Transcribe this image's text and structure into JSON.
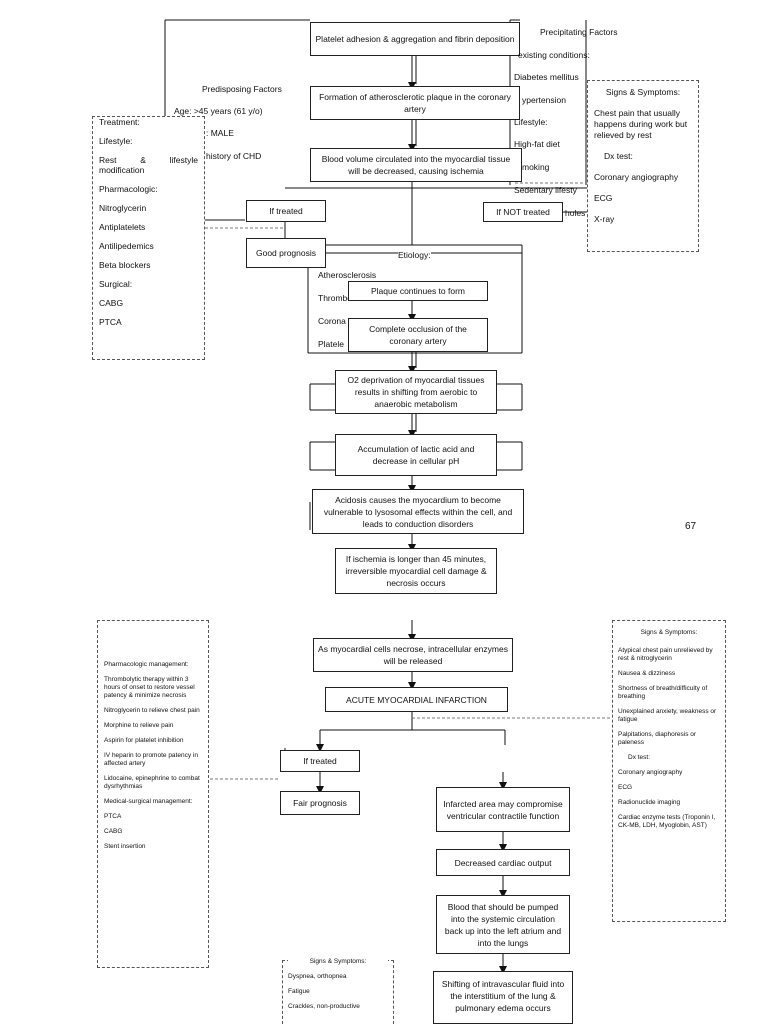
{
  "top_flow": [
    "Platelet adhesion & aggregation and fibrin deposition",
    "Formation of atherosclerotic plaque in the coronary artery",
    "Blood volume circulated into the myocardial tissue will be decreased, causing ischemia"
  ],
  "predisposing": {
    "title": "Predisposing Factors",
    "items": [
      "Age: >45 years (61 y/o)",
      ": MALE",
      "history of CHD"
    ]
  },
  "precipitating": {
    "title": "Precipitating Factors",
    "items": [
      "existing conditions:",
      "Diabetes mellitus",
      "ypertension",
      "Lifestyle:",
      "High-fat diet",
      "moking",
      "Sedentary lifesty",
      "holes"
    ]
  },
  "treatment": {
    "title": "Treatment:",
    "items": [
      "Lifestyle:",
      "Rest & lifestyle modification",
      "Pharmacologic:",
      "Nitroglycerin",
      "Antiplatelets",
      "Antilipedemics",
      "Beta blockers",
      "Surgical:",
      "CABG",
      "PTCA"
    ]
  },
  "signs_top": {
    "title": "Signs & Symptoms:",
    "desc": "Chest pain that usually happens during work but relieved by rest",
    "dx": "Dx test:",
    "items": [
      "Coronary angiography",
      "ECG",
      "X-ray"
    ]
  },
  "if_treated": "If treated",
  "if_not_treated": "If NOT treated",
  "good_prognosis": "Good prognosis",
  "etiology": {
    "title": "Etiology:",
    "items": [
      "Atherosclerosis",
      "Thrombo",
      "Corona",
      "Platele"
    ]
  },
  "plaque_continues": "Plaque continues to form",
  "occlusion": "Complete occlusion of the coronary artery",
  "mid_flow": [
    "O2 deprivation of myocardial tissues results in shifting from aerobic to anaerobic metabolism",
    "Accumulation of lactic acid and decrease in cellular pH",
    "Acidosis causes the myocardium to become vulnerable to lysosomal effects within the cell, and leads to conduction disorders",
    "If ischemia is longer than 45 minutes, irreversible myocardial cell damage & necrosis occurs"
  ],
  "page_number": "67",
  "enzymes": "As myocardial cells necrose, intracellular enzymes will be released",
  "ami": "ACUTE MYOCARDIAL INFARCTION",
  "if_treated_2": "If treated",
  "fair_prognosis": "Fair prognosis",
  "right_flow": [
    "Infarcted area may compromise ventricular contractile function",
    "Decreased cardiac output",
    "Blood that should be pumped into the systemic circulation back up into the left atrium and into the lungs",
    "Shifting of intravascular fluid into the interstitium of the lung & pulmonary edema occurs"
  ],
  "pharma": {
    "items": [
      "Pharmacologic management:",
      "Thrombolytic therapy within 3 hours of onset to restore vessel patency & minimize necrosis",
      "Nitroglycerin to relieve chest pain",
      "Morphine to relieve pain",
      "Aspirin for platelet inhibition",
      "IV heparin to promote patency in affected artery",
      "Lidocaine, epinephrine to combat dysrhythmias",
      "Medical-surgical management:",
      "PTCA",
      "CABG",
      "Stent insertion"
    ]
  },
  "signs_right": {
    "title": "Signs & Symptoms:",
    "items": [
      "Atypical chest pain unrelieved by rest & nitroglycerin",
      "Nausea & dizziness",
      "Shortness of breath/difficulty of breathing",
      "Unexplained anxiety, weakness or fatigue",
      "Palpitations, diaphoresis or paleness",
      "Dx test:",
      "Coronary angiography",
      "ECG",
      "Radionuclide imaging",
      "Cardiac enzyme tests (Troponin I, CK-MB, LDH, Myoglobin, AST)"
    ]
  },
  "signs_bottom": {
    "title": "Signs & Symptoms:",
    "items": [
      "Dyspnea, orthopnea",
      "Fatigue",
      "Crackles, non-productive"
    ]
  }
}
